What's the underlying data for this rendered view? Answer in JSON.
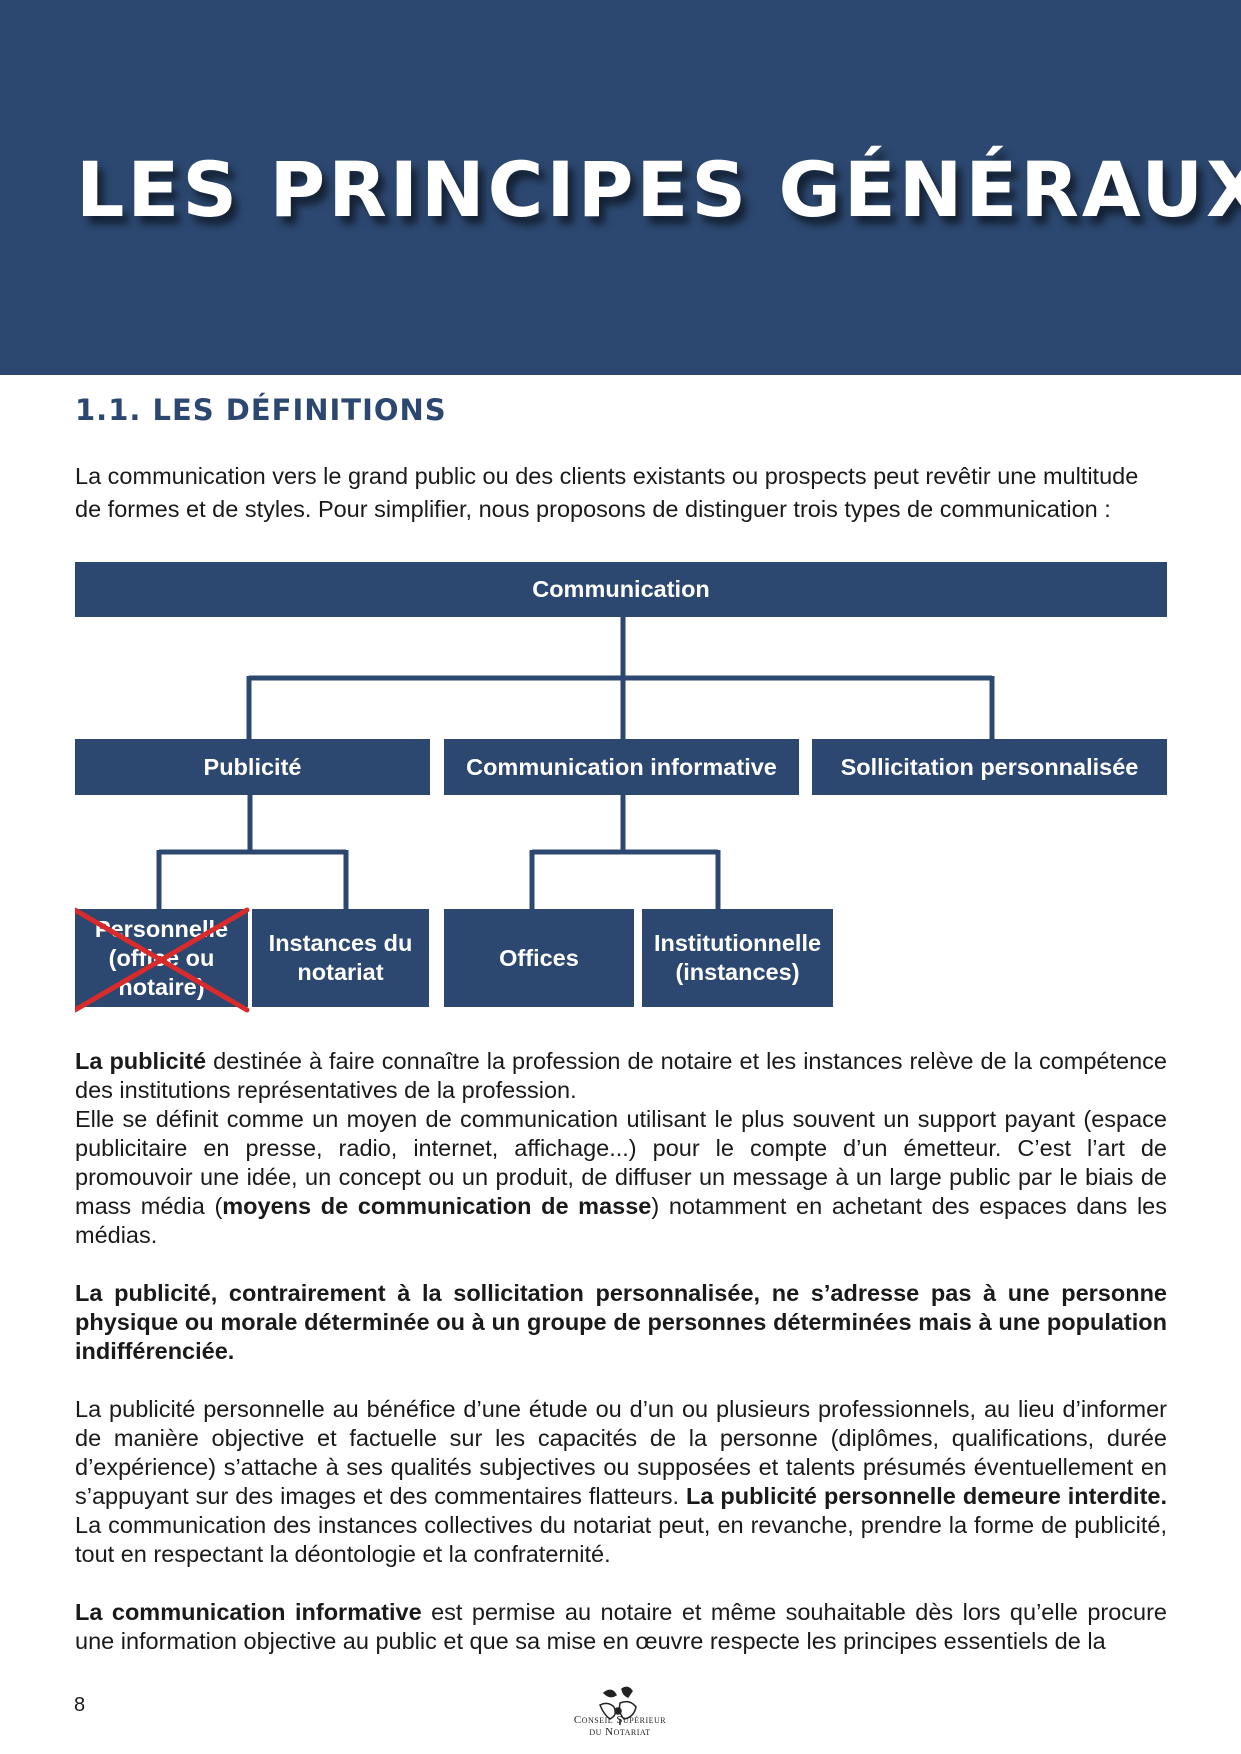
{
  "header": {
    "title": "LES PRINCIPES GÉNÉRAUX"
  },
  "section": {
    "title": "1.1. LES DÉFINITIONS"
  },
  "intro": "La communication vers le grand public ou des clients existants ou prospects peut revêtir une multitude de formes et de styles. Pour simplifier, nous proposons de distinguer trois types de communication :",
  "org_chart": {
    "root": "Communication",
    "level1": [
      "Publicité",
      "Communication informative",
      "Sollicitation personnalisée"
    ],
    "level2": [
      "Personnelle (office ou notaire)",
      "Instances du notariat",
      "Offices",
      "Institutionnelle (instances)"
    ],
    "crossed_out": "Personnelle (office ou notaire)",
    "colors": {
      "box": "#2c4870",
      "cross": "#d92b2b"
    }
  },
  "body": {
    "p1_bold": "La publicité",
    "p1_text": " destinée à faire connaître la profession de notaire et les instances relève de la compétence des institutions représentatives de la profession.",
    "p1b_text_1": "Elle se définit comme un moyen de communication utilisant le plus souvent un support payant (espace publicitaire en presse, radio, internet, affichage...) pour le compte d’un émetteur. C’est l’art de promouvoir une idée, un concept ou un produit, de diffuser un message à un large public par le biais de mass média (",
    "p1b_bold": "moyens de communication de masse",
    "p1b_text_2": ") notamment en achetant des espaces dans les médias.",
    "p2_bold": "La publicité, contrairement à la sollicitation personnalisée, ne s’adresse pas à une personne physique ou morale déterminée ou à un groupe de personnes déterminées mais à une population indifférenciée.",
    "p3_text_1": "La publicité personnelle au bénéfice d’une étude ou d’un ou plusieurs professionnels, au lieu d’informer de manière objective et factuelle sur les capacités de la personne (diplômes, qualifications, durée d’expérience) s’attache à ses qualités subjectives ou supposées et talents présumés éventuellement en s’appuyant sur des images et des commentaires flatteurs. ",
    "p3_bold": "La publicité personnelle demeure interdite.",
    "p3_text_2": " La communication des instances collectives du notariat peut, en revanche, prendre la forme de publicité, tout en respectant la déontologie et la confraternité.",
    "p4_bold": "La communication informative",
    "p4_text": " est permise au notaire et même souhaitable dès lors qu’elle procure une information objective au public et que sa mise en œuvre respecte les principes essentiels de la"
  },
  "footer": {
    "page_number": "8",
    "logo_line1": "Conseil Supérieur",
    "logo_line2": "du Notariat"
  }
}
